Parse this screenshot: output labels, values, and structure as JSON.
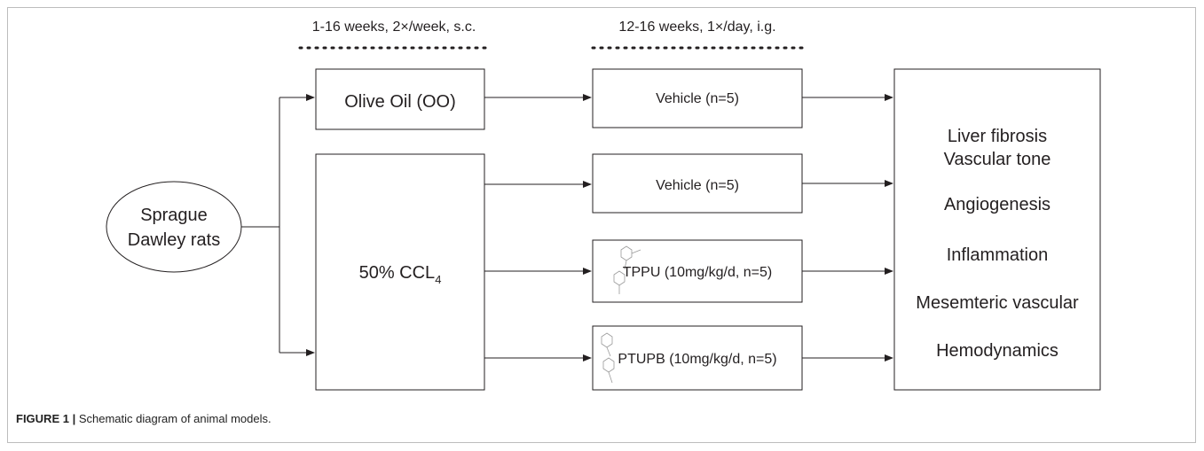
{
  "diagram": {
    "phase1_label": "1-16 weeks, 2×/week, s.c.",
    "phase2_label": "12-16 weeks, 1×/day, i.g.",
    "source": {
      "line1": "Sprague",
      "line2": "Dawley rats"
    },
    "induction": {
      "control": "Olive Oil (OO)",
      "model_prefix": "50% CCL",
      "model_subscript": "4"
    },
    "treatments": [
      "Vehicle (n=5)",
      "Vehicle (n=5)",
      "TPPU (10mg/kg/d, n=5)",
      "PTUPB (10mg/kg/d, n=5)"
    ],
    "outcomes": [
      "Liver fibrosis",
      "Vascular tone",
      "Angiogenesis",
      "Inflammation",
      "Mesemteric vascular",
      "Hemodynamics"
    ]
  },
  "caption": {
    "label": "FIGURE 1 |",
    "text": "Schematic diagram of animal models."
  }
}
